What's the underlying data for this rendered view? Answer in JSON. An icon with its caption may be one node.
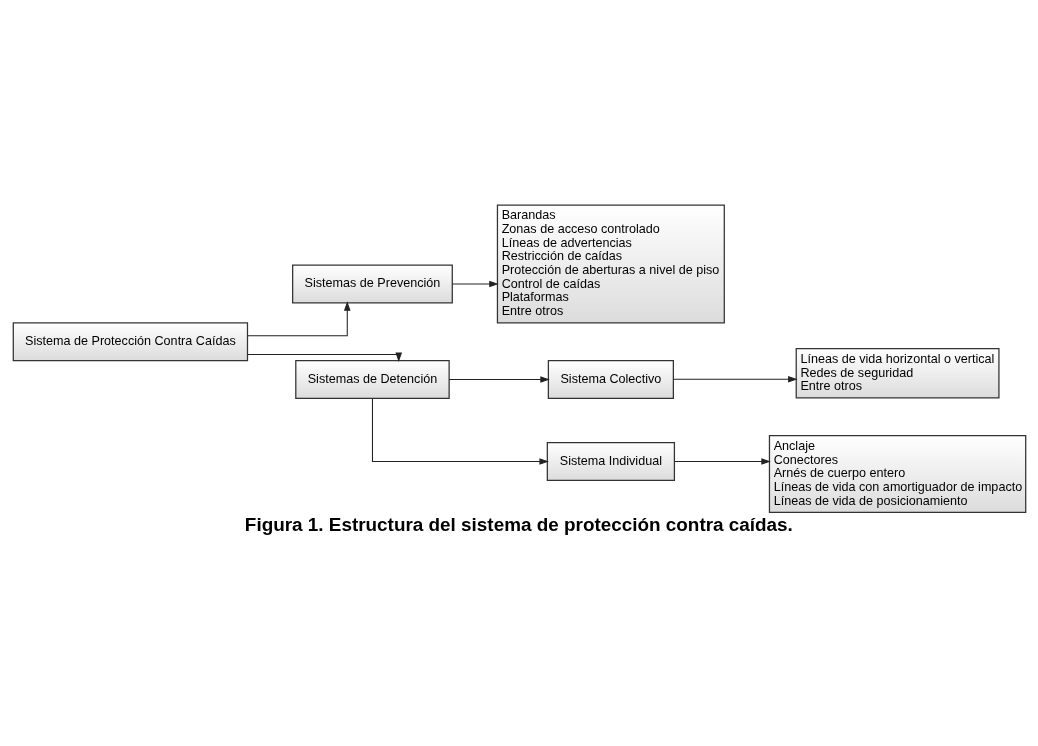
{
  "diagram": {
    "caption": "Figura 1. Estructura del sistema de protección contra caídas.",
    "nodes": [
      {
        "text": [
          "Sistema de Protección Contra Caídas"
        ]
      },
      {
        "text": [
          "Sistemas de Prevención"
        ]
      },
      {
        "text": [
          "Barandas",
          "Zonas de acceso controlado",
          "Líneas de advertencias",
          "Restricción de caídas",
          "Protección de aberturas a nivel de piso",
          "Control de caídas",
          "Plataformas",
          "Entre otros"
        ]
      },
      {
        "text": [
          "Sistemas de Detención"
        ]
      },
      {
        "text": [
          "Sistema Colectivo"
        ]
      },
      {
        "text": [
          "Líneas de vida horizontal o vertical",
          "Redes de seguridad",
          "Entre otros"
        ]
      },
      {
        "text": [
          "Sistema Individual"
        ]
      },
      {
        "text": [
          "Anclaje",
          "Conectores",
          "Arnés de cuerpo entero",
          "Líneas de vida con amortiguador de impacto",
          "Líneas de vida de posicionamiento"
        ]
      }
    ],
    "edges": [
      {
        "from": 0,
        "to": 1,
        "arrow": "to"
      },
      {
        "from": 0,
        "to": 3,
        "arrow": "to"
      },
      {
        "from": 1,
        "to": 2,
        "arrow": "to"
      },
      {
        "from": 3,
        "to": 4,
        "arrow": "to"
      },
      {
        "from": 3,
        "to": 6,
        "arrow": "to"
      },
      {
        "from": 4,
        "to": 5,
        "arrow": "to"
      },
      {
        "from": 6,
        "to": 7,
        "arrow": "to"
      }
    ]
  }
}
